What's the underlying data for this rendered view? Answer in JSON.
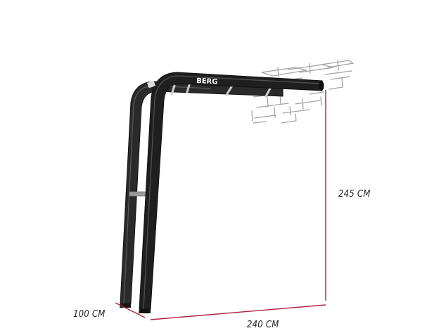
{
  "product": {
    "brand_text": "BERG",
    "frame_color": "#1f1f1f",
    "crossbar_color": "#9a9a9a"
  },
  "dimensions": {
    "height": "245 CM",
    "depth": "100 CM",
    "width": "240 CM",
    "line_color": "#b0213a"
  },
  "wall": {
    "type": "brick-wall-sketch",
    "line_color": "#9a9a9a"
  }
}
